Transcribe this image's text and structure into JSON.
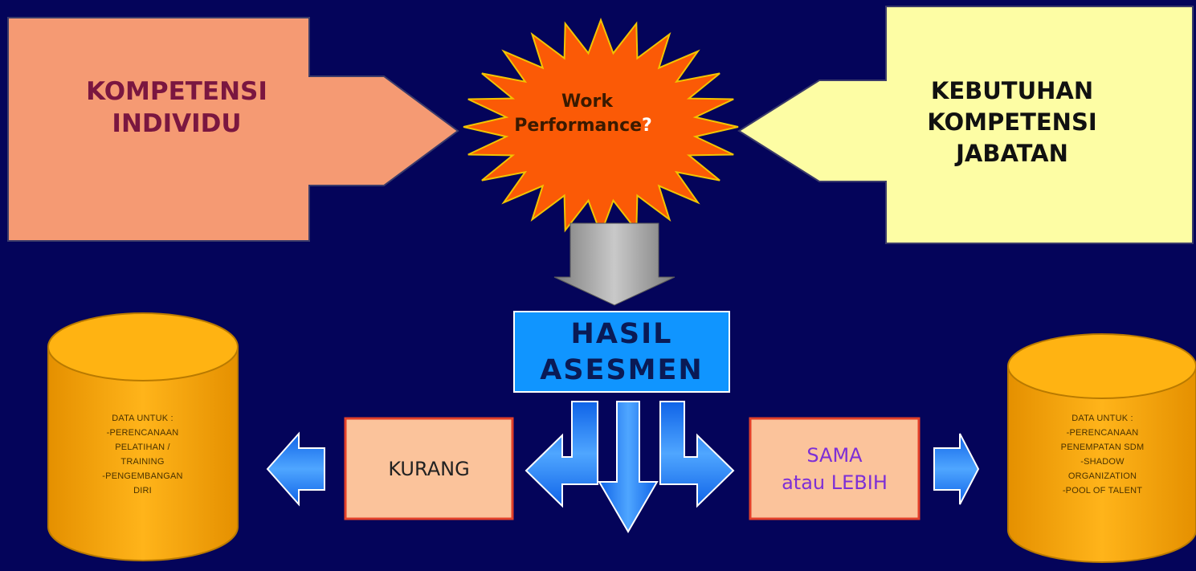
{
  "left_input": {
    "label": "KOMPETENSI\nINDIVIDU"
  },
  "center_burst": {
    "line1": "Work",
    "line2": "Performance",
    "suffix": "?"
  },
  "right_input": {
    "label": "KEBUTUHAN\nKOMPETENSI\nJABATAN"
  },
  "result_box": {
    "label": "HASIL\nASESMEN"
  },
  "outcome_less": {
    "label": "KURANG"
  },
  "outcome_equal": {
    "line1": "SAMA",
    "line2": "atau LEBIH"
  },
  "left_cylinder": {
    "lines": [
      "DATA UNTUK :",
      "-PERENCANAAN",
      "PELATIHAN /",
      "TRAINING",
      "-PENGEMBANGAN",
      "DIRI"
    ]
  },
  "right_cylinder": {
    "lines": [
      "DATA UNTUK :",
      "-PERENCANAAN",
      "PENEMPATAN SDM",
      "-SHADOW",
      "ORGANIZATION",
      "-POOL OF TALENT"
    ]
  },
  "colors": {
    "background": "#04045a",
    "left_arrow": "#f59a73",
    "right_arrow": "#fdfda4",
    "burst": "#fb5a06",
    "result_box": "#1095ff",
    "outcome_box": "#fbc39b",
    "cylinder": "#faa704",
    "blue_arrow": "#1a7cf6",
    "gray_arrow": "#9a9a9a"
  }
}
